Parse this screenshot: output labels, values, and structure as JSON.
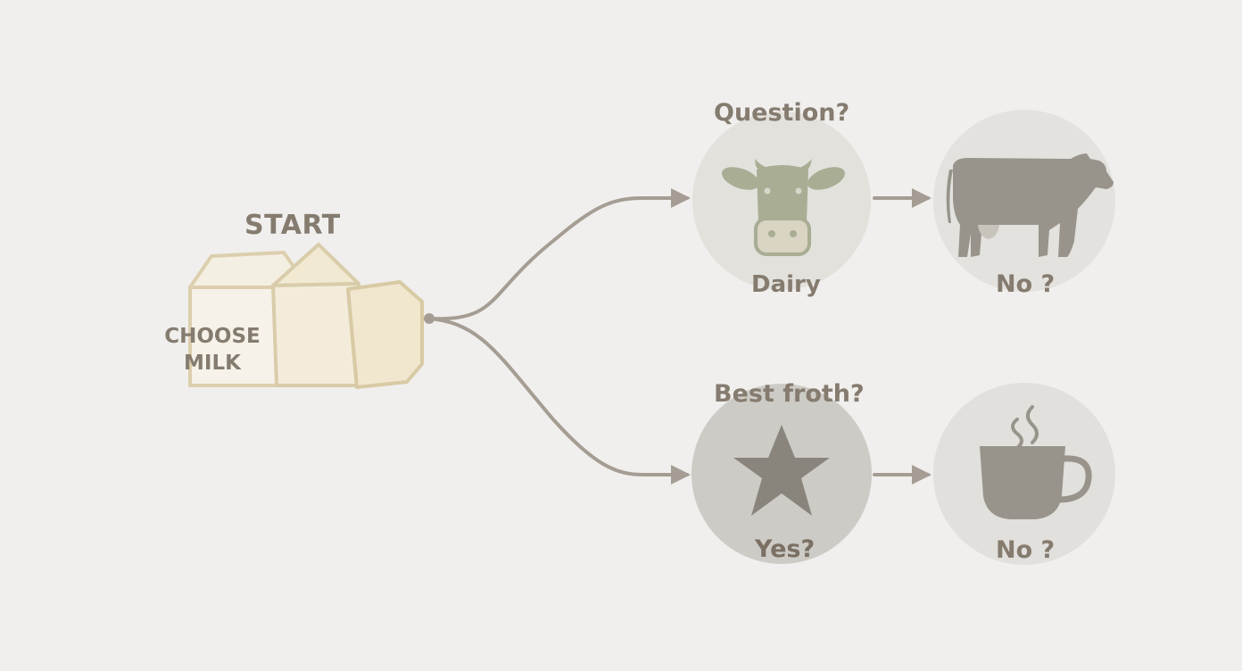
{
  "start": {
    "title": "START",
    "subtitle_line1": "CHOOSE",
    "subtitle_line2": "MILK"
  },
  "top_branch": {
    "question": "Question?",
    "first_node": {
      "icon": "cow-face-icon",
      "label": "Dairy"
    },
    "second_node": {
      "icon": "cow-icon",
      "label": "No ?"
    }
  },
  "bottom_branch": {
    "question": "Best froth?",
    "first_node": {
      "icon": "star-icon",
      "label": "Yes?"
    },
    "second_node": {
      "icon": "coffee-cup-icon",
      "label": "No ?"
    }
  },
  "colors": {
    "background": "#f0efed",
    "connector": "#a59d93",
    "carton_fill": "#f3ecdc",
    "carton_stroke": "#d9ccaa",
    "node_light": "#e2e1dc",
    "node_dark": "#cdcbc6",
    "icon_green": "#a8ad94",
    "icon_gray": "#99948b",
    "text": "#857b6f"
  }
}
